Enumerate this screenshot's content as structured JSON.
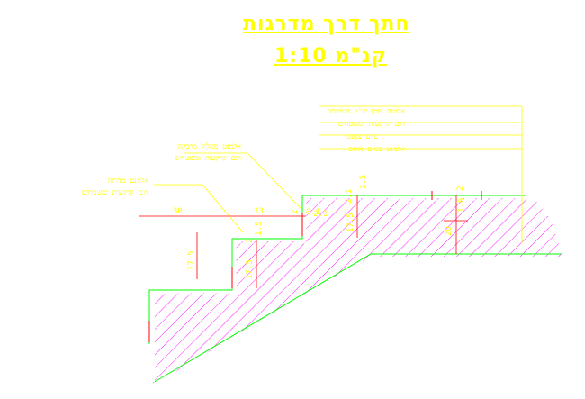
{
  "title": {
    "main": "חתך דרך מדרגות",
    "scale": "קנ\"מ 1:10"
  },
  "labels": {
    "top_right": [
      "אלומה שמן ש'ב העמותה",
      "דגם קרקעות ומשטחים",
      "פיזם צמנט",
      "אלמנט בגזים מוגזם"
    ],
    "upper_left": [
      "אלמנט מסלול מדבקה",
      "דגם קרקעות ומשטחים"
    ],
    "lower_left": [
      "אלמנט מדרגה",
      "דגם קרקעות ומשטחים"
    ]
  },
  "dimensions": {
    "tread_1": "30",
    "tread_2": "33",
    "riser_1": "17.5",
    "riser_2": "17.5",
    "riser_3": "17.5",
    "slab_depth": "20",
    "slab_thickness": "1.6",
    "finish_1": "1.5",
    "finish_2": "1.5",
    "finish_3": "2",
    "finish_4": "2",
    "small_1": "2",
    "small_2": "2.1",
    "small_3": "2.1",
    "small_4": "0.1"
  },
  "colors": {
    "yellow": "#ffff00",
    "magenta": "#ff00ff",
    "green": "#00ff00",
    "red": "#ff0000",
    "white": "#ffffff",
    "black": "#000000"
  }
}
